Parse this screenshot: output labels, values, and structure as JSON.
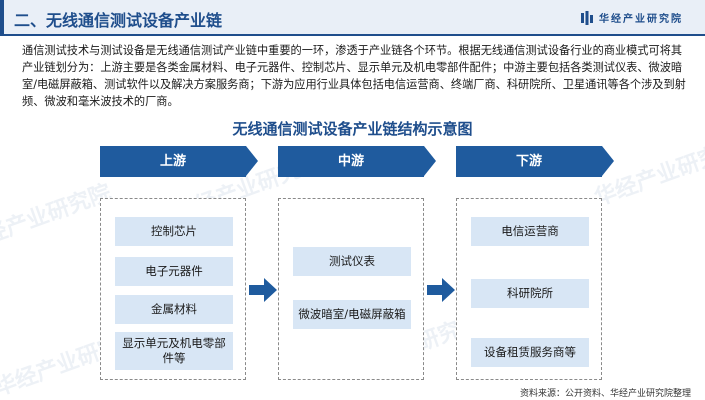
{
  "header": {
    "title": "二、无线通信测试设备产业链",
    "brand": "华经产业研究院"
  },
  "intro": "通信测试技术与测试设备是无线通信测试产业链中重要的一环，渗透于产业链各个环节。根据无线通信测试设备行业的商业模式可将其产业链划分为：上游主要是各类金属材料、电子元器件、控制芯片、显示单元及机电零部件配件；中游主要包括各类测试仪表、微波暗室/电磁屏蔽箱、测试软件以及解决方案服务商；下游为应用行业具体包括电信运营商、终端厂商、科研院所、卫星通讯等各个涉及到射频、微波和毫米波技术的厂商。",
  "diagram": {
    "title": "无线通信测试设备产业链结构示意图",
    "upstream": {
      "label": "上游",
      "items": [
        "控制芯片",
        "电子元器件",
        "金属材料",
        "显示单元及机电零部件等"
      ]
    },
    "midstream": {
      "label": "中游",
      "items": [
        "测试仪表",
        "微波暗室/电磁屏蔽箱"
      ]
    },
    "downstream": {
      "label": "下游",
      "items": [
        "电信运营商",
        "科研院所",
        "设备租赁服务商等"
      ]
    }
  },
  "watermark": "华经产业研究院",
  "source": "资料来源：公开资料、华经产业研究院整理",
  "colors": {
    "primary": "#1f4e8c",
    "header_block": "#1f5b9e",
    "item_fill": "#d8e6f5",
    "header_bg": "#e9eff7"
  }
}
